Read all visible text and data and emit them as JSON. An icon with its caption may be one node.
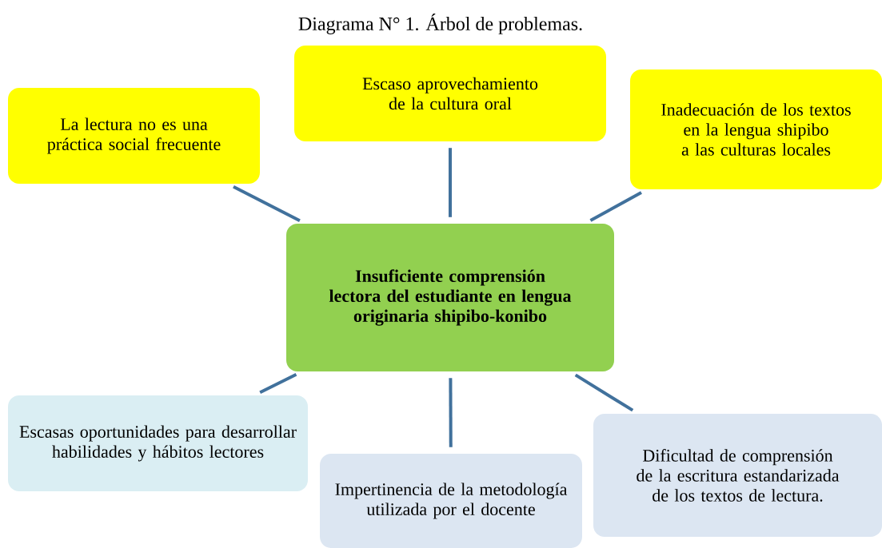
{
  "diagram": {
    "title": "Diagrama N° 1. Árbol de problemas.",
    "nodes": [
      {
        "text": [
          "Insuficiente comprensión lectora del estudiante en lengua originaria shipibo-konibo"
        ]
      },
      {
        "text": [
          "La lectura no es una práctica social frecuente"
        ]
      },
      {
        "text": [
          "Escaso aprovechamiento de la cultura oral"
        ]
      },
      {
        "text": [
          "Inadecuación de los textos en la lengua shipibo a las culturas locales"
        ]
      },
      {
        "text": [
          "Escasas oportunidades para desarrollar habilidades y hábitos lectores"
        ]
      },
      {
        "text": [
          "Impertinencia de la metodología utilizada por el docente"
        ]
      },
      {
        "text": [
          "Dificultad de comprensión de la escritura estandarizada de los textos de lectura."
        ]
      }
    ],
    "edges": [
      {
        "from": 0,
        "to": 1,
        "arrow": "none"
      },
      {
        "from": 0,
        "to": 2,
        "arrow": "none"
      },
      {
        "from": 0,
        "to": 3,
        "arrow": "none"
      },
      {
        "from": 0,
        "to": 4,
        "arrow": "none"
      },
      {
        "from": 0,
        "to": 5,
        "arrow": "none"
      },
      {
        "from": 0,
        "to": 6,
        "arrow": "none"
      }
    ]
  }
}
